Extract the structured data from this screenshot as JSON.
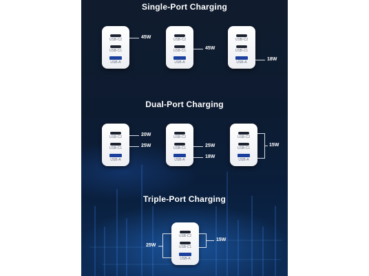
{
  "sections": [
    {
      "title": "Single-Port Charging"
    },
    {
      "title": "Dual-Port Charging"
    },
    {
      "title": "Triple-Port Charging"
    }
  ],
  "port_labels": {
    "c2": "USB-C2",
    "c1": "USB-C1",
    "a": "USB-A"
  },
  "single": {
    "w1": "45W",
    "w2": "45W",
    "w3": "18W"
  },
  "dual": {
    "a_c2": "20W",
    "a_c1": "25W",
    "b_c1": "25W",
    "b_a": "18W",
    "c_all": "15W"
  },
  "triple": {
    "left": "25W",
    "right": "15W"
  },
  "colors": {
    "background": "#0d1b30",
    "glow": "#2878dc",
    "charger": "#ffffff",
    "usb_a_port": "#1a3f9c"
  }
}
